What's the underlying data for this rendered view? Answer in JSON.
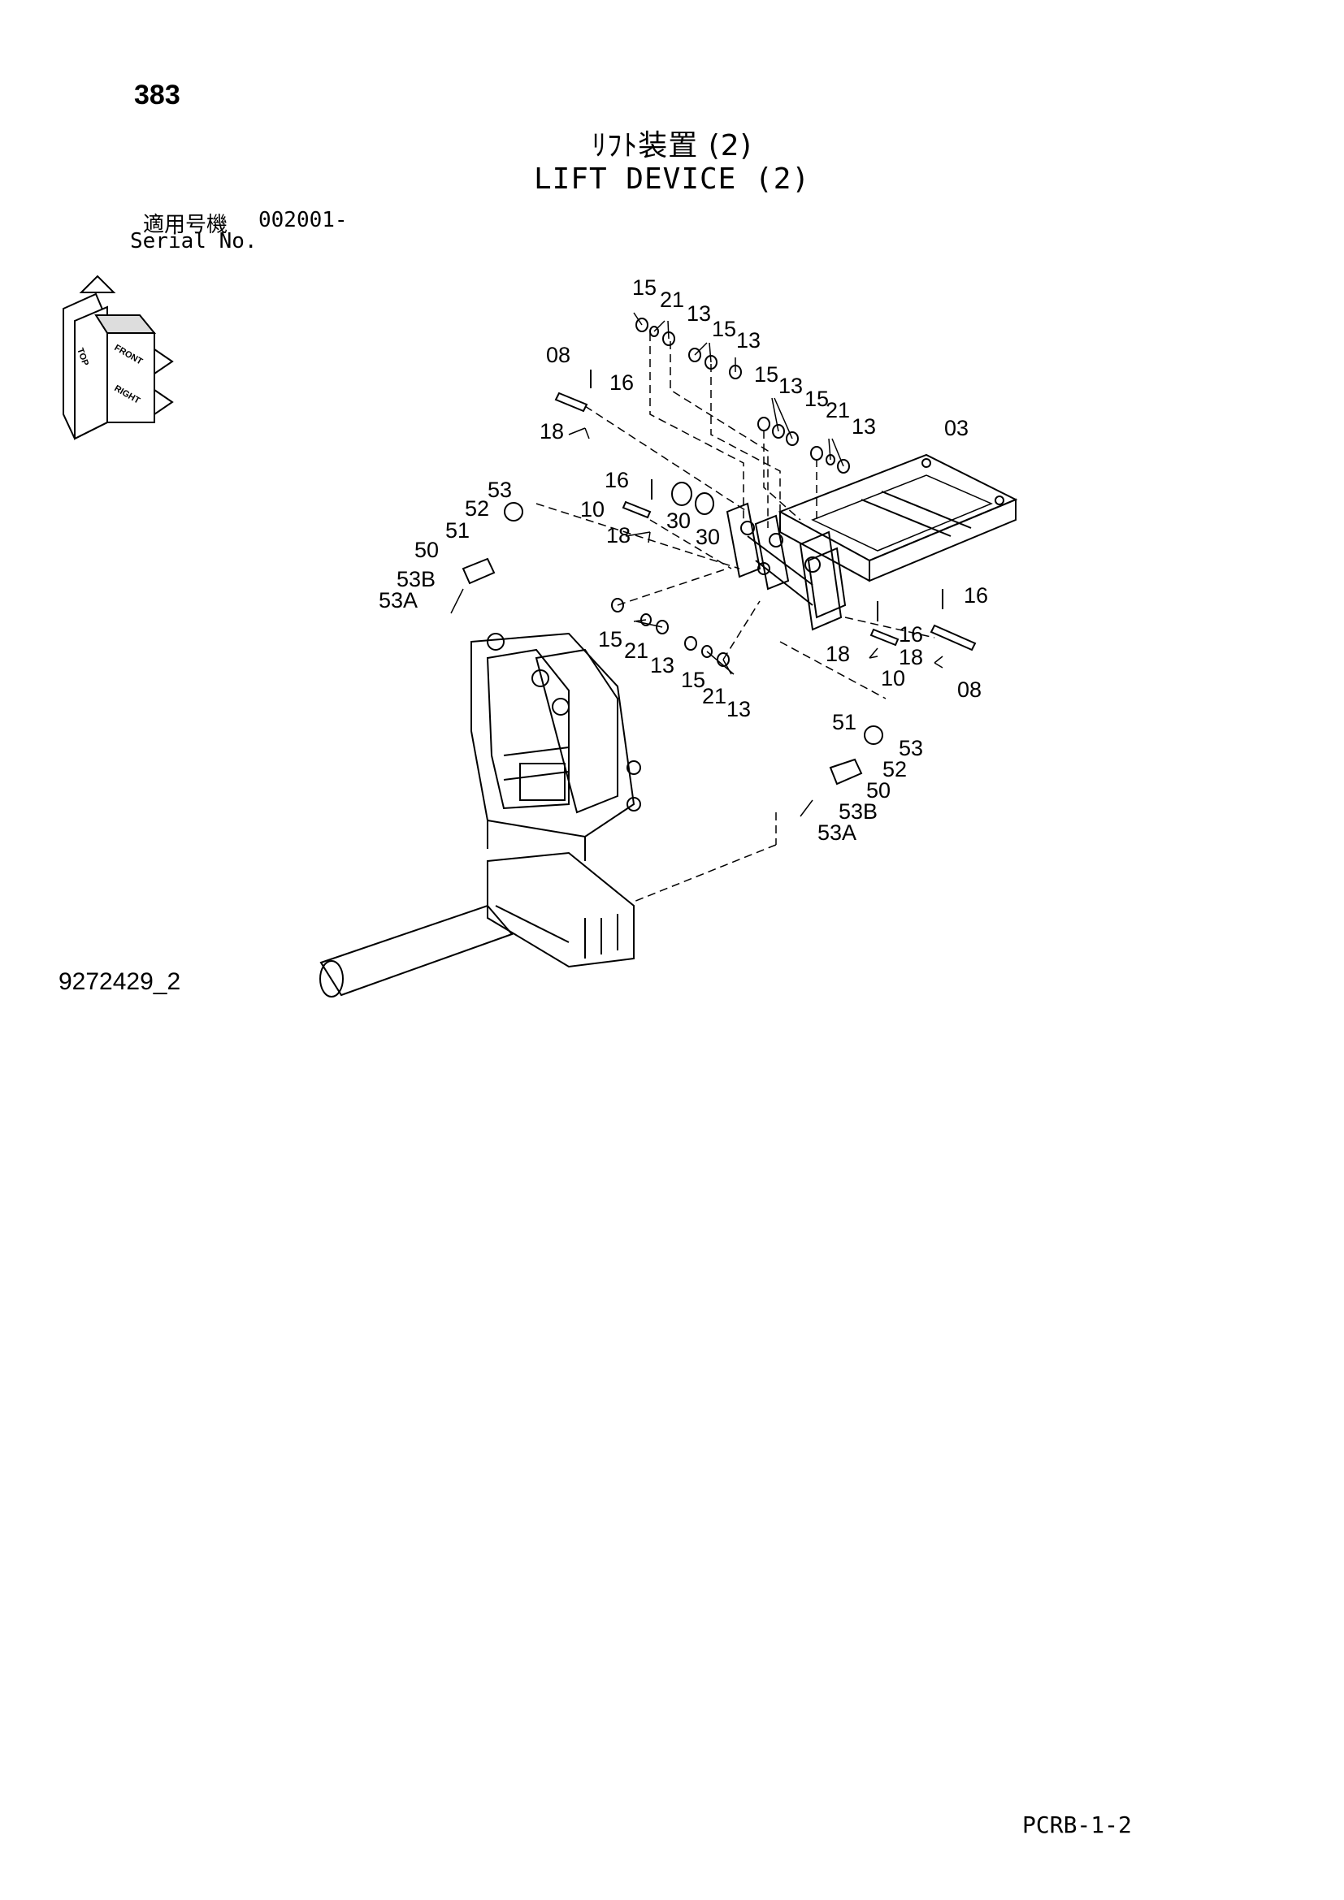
{
  "header": {
    "page_number": "383",
    "title_jp": "ﾘﾌﾄ装置 (2)",
    "title_en": "LIFT DEVICE (2)",
    "serial_label_jp": "適用号機",
    "serial_value": "002001-",
    "serial_label_en": "Serial No."
  },
  "orientation": {
    "top": "TOP",
    "front": "FRONT",
    "right": "RIGHT"
  },
  "callouts": {
    "c15a": "15",
    "c21a": "21",
    "c13a": "13",
    "c15b": "15",
    "c13b": "13",
    "c15c": "15",
    "c13c": "13",
    "c15d": "15",
    "c21b": "21",
    "c13d": "13",
    "c08a": "08",
    "c16a": "16",
    "c18a": "18",
    "c03": "03",
    "c16b": "16",
    "c10a": "10",
    "c18b": "18",
    "c30a": "30",
    "c30b": "30",
    "c53a": "53",
    "c52a": "52",
    "c51a": "51",
    "c50a": "50",
    "c53Ba": "53B",
    "c53Aa": "53A",
    "c15e": "15",
    "c21c": "21",
    "c13e": "13",
    "c15f": "15",
    "c21d": "21",
    "c13f": "13",
    "c16c": "16",
    "c16d": "16",
    "c18c": "18",
    "c18d": "18",
    "c10b": "10",
    "c08b": "08",
    "c51b": "51",
    "c53b": "53",
    "c52b": "52",
    "c50b": "50",
    "c53Bb": "53B",
    "c53Ab": "53A"
  },
  "footer": {
    "figure_code": "9272429_2",
    "sheet_code": "PCRB-1-2"
  }
}
